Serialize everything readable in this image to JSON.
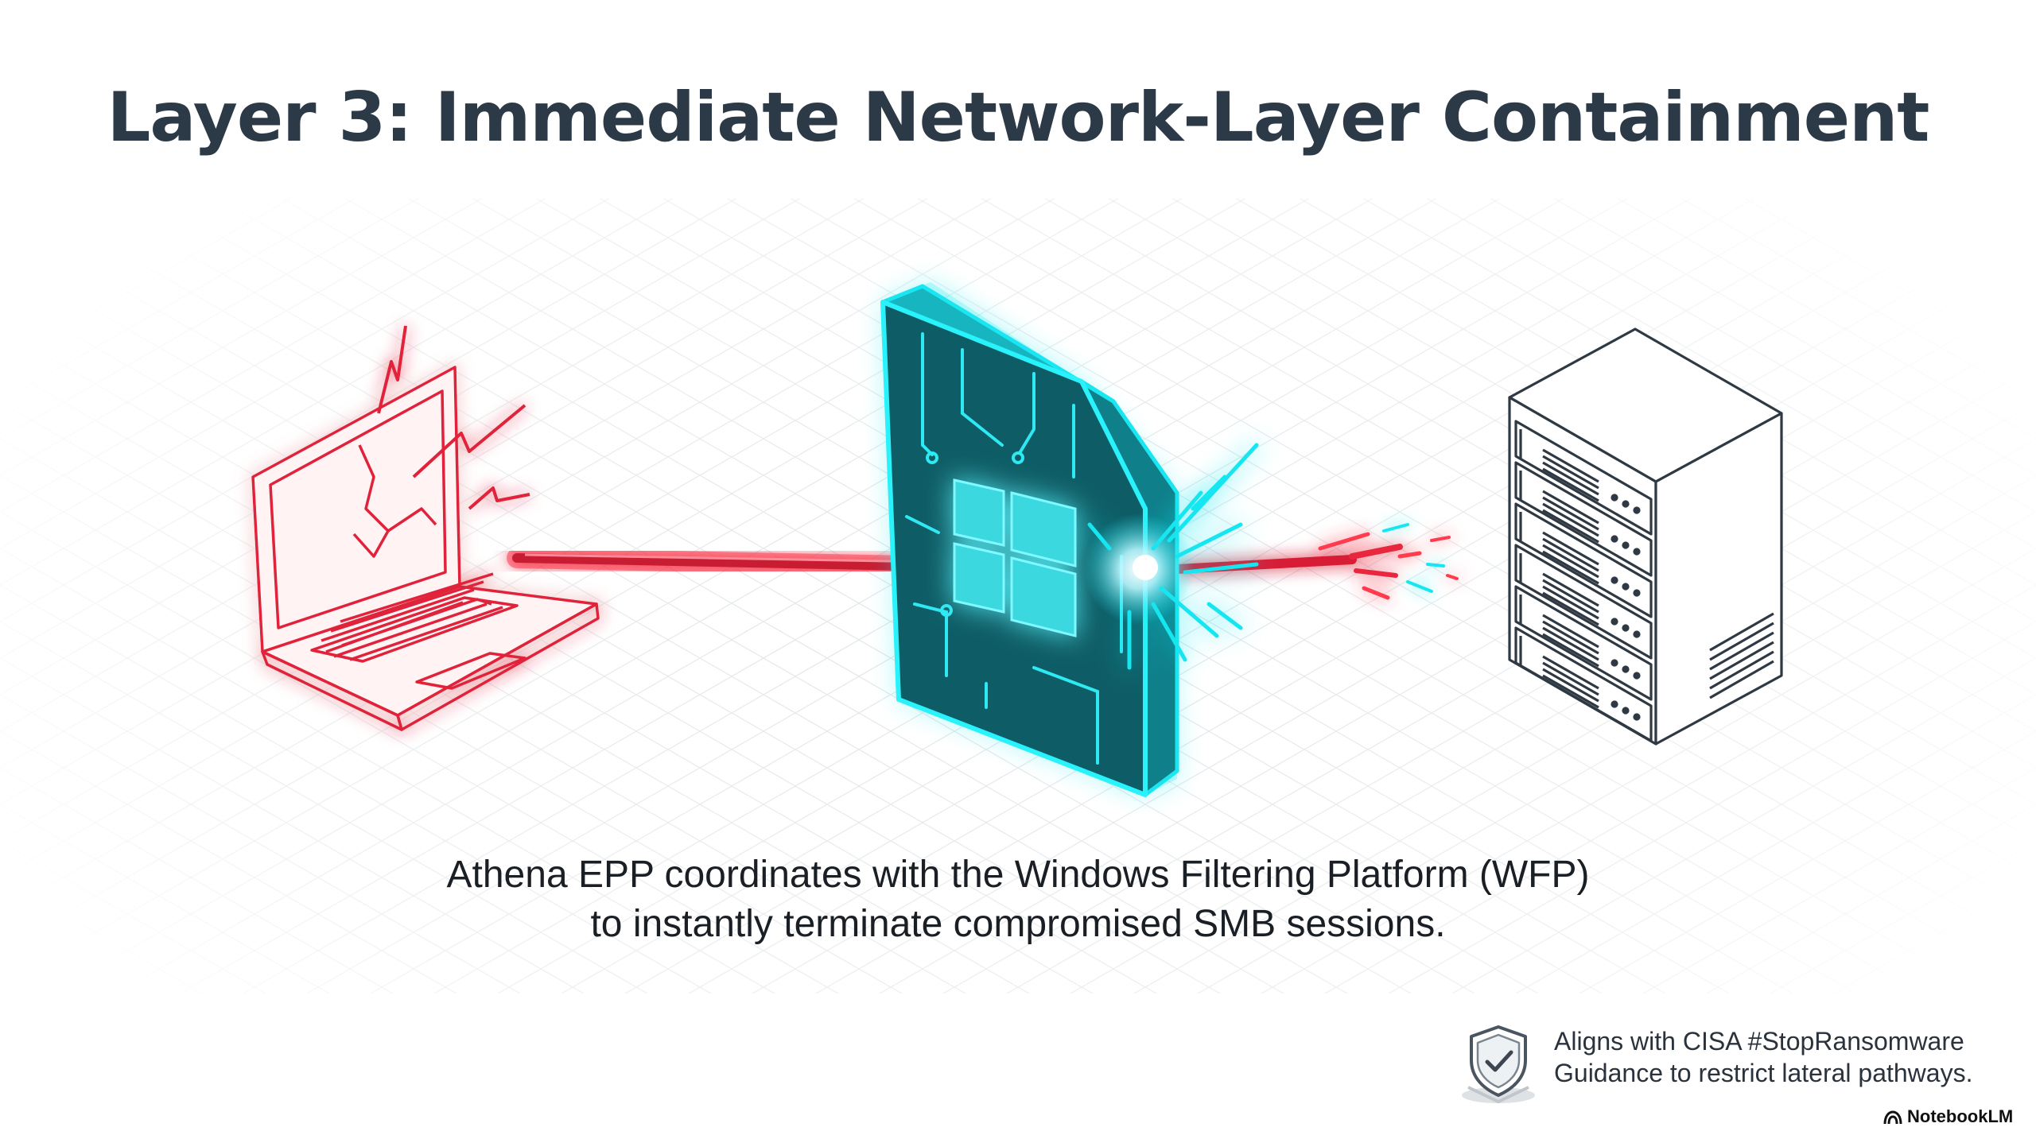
{
  "header": {
    "title": "Layer 3: Immediate Network-Layer Containment"
  },
  "caption": {
    "line1": "Athena EPP coordinates with the Windows Filtering Platform (WFP)",
    "line2": "to instantly terminate compromised SMB sessions."
  },
  "note": {
    "icon": "shield-check-icon",
    "line1": "Aligns with CISA #StopRansomware",
    "line2": "Guidance to restrict lateral pathways."
  },
  "brand": {
    "label": "NotebookLM"
  },
  "diagram": {
    "nodes": [
      {
        "id": "compromised-laptop",
        "icon": "laptop-icon"
      },
      {
        "id": "wfp-firewall",
        "icon": "windows-logo-icon"
      },
      {
        "id": "server",
        "icon": "server-rack-icon"
      }
    ],
    "colors": {
      "threat": "#ff3b4e",
      "shield": "#19e6f0",
      "shieldDark": "#0c5a63",
      "line": "#333d47"
    }
  }
}
